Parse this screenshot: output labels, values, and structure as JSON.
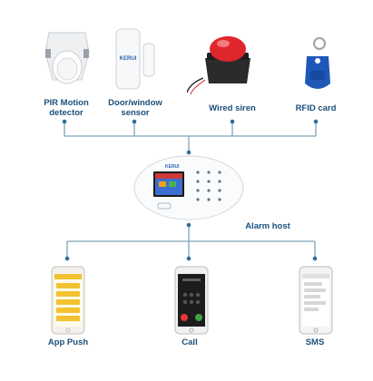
{
  "sensors": [
    {
      "name": "pir-motion-detector",
      "label_line1": "PIR Motion",
      "label_line2": "detector"
    },
    {
      "name": "door-window-sensor",
      "label_line1": "Door/window",
      "label_line2": "sensor"
    },
    {
      "name": "wired-siren",
      "label_line1": "Wired siren",
      "label_line2": ""
    },
    {
      "name": "rfid-card",
      "label_line1": "RFID card",
      "label_line2": ""
    }
  ],
  "host": {
    "label": "Alarm host",
    "brand": "KERUI"
  },
  "door_sensor_brand": "KERUI",
  "outputs": [
    {
      "name": "app-push",
      "label": "App Push"
    },
    {
      "name": "call",
      "label": "Call"
    },
    {
      "name": "sms",
      "label": "SMS"
    }
  ],
  "colors": {
    "line": "#7fa3b8",
    "dot": "#2f6f95",
    "label": "#1b4f7a",
    "siren_red": "#e0262d",
    "rfid_blue": "#1f57b8",
    "app_yellow": "#f2c230"
  }
}
